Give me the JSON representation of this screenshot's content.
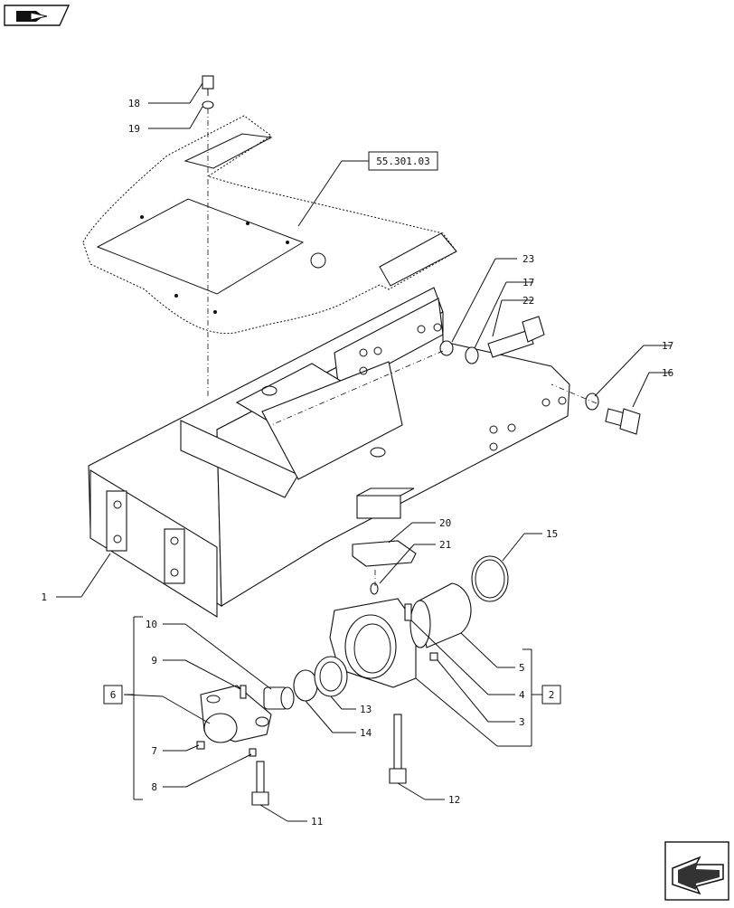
{
  "reference_box": "55.301.03",
  "callouts": [
    {
      "id": "1",
      "text": "1"
    },
    {
      "id": "2",
      "text": "2"
    },
    {
      "id": "3",
      "text": "3"
    },
    {
      "id": "4",
      "text": "4"
    },
    {
      "id": "5",
      "text": "5"
    },
    {
      "id": "6",
      "text": "6"
    },
    {
      "id": "7",
      "text": "7"
    },
    {
      "id": "8",
      "text": "8"
    },
    {
      "id": "9",
      "text": "9"
    },
    {
      "id": "10",
      "text": "10"
    },
    {
      "id": "11",
      "text": "11"
    },
    {
      "id": "12",
      "text": "12"
    },
    {
      "id": "13",
      "text": "13"
    },
    {
      "id": "14",
      "text": "14"
    },
    {
      "id": "15",
      "text": "15"
    },
    {
      "id": "16",
      "text": "16"
    },
    {
      "id": "17a",
      "text": "17"
    },
    {
      "id": "17b",
      "text": "17"
    },
    {
      "id": "18",
      "text": "18"
    },
    {
      "id": "19",
      "text": "19"
    },
    {
      "id": "20",
      "text": "20"
    },
    {
      "id": "21",
      "text": "21"
    },
    {
      "id": "22",
      "text": "22"
    },
    {
      "id": "23",
      "text": "23"
    }
  ],
  "icons": {
    "top_left": "catalog-book-icon",
    "bottom_right": "next-page-arrow-icon"
  }
}
